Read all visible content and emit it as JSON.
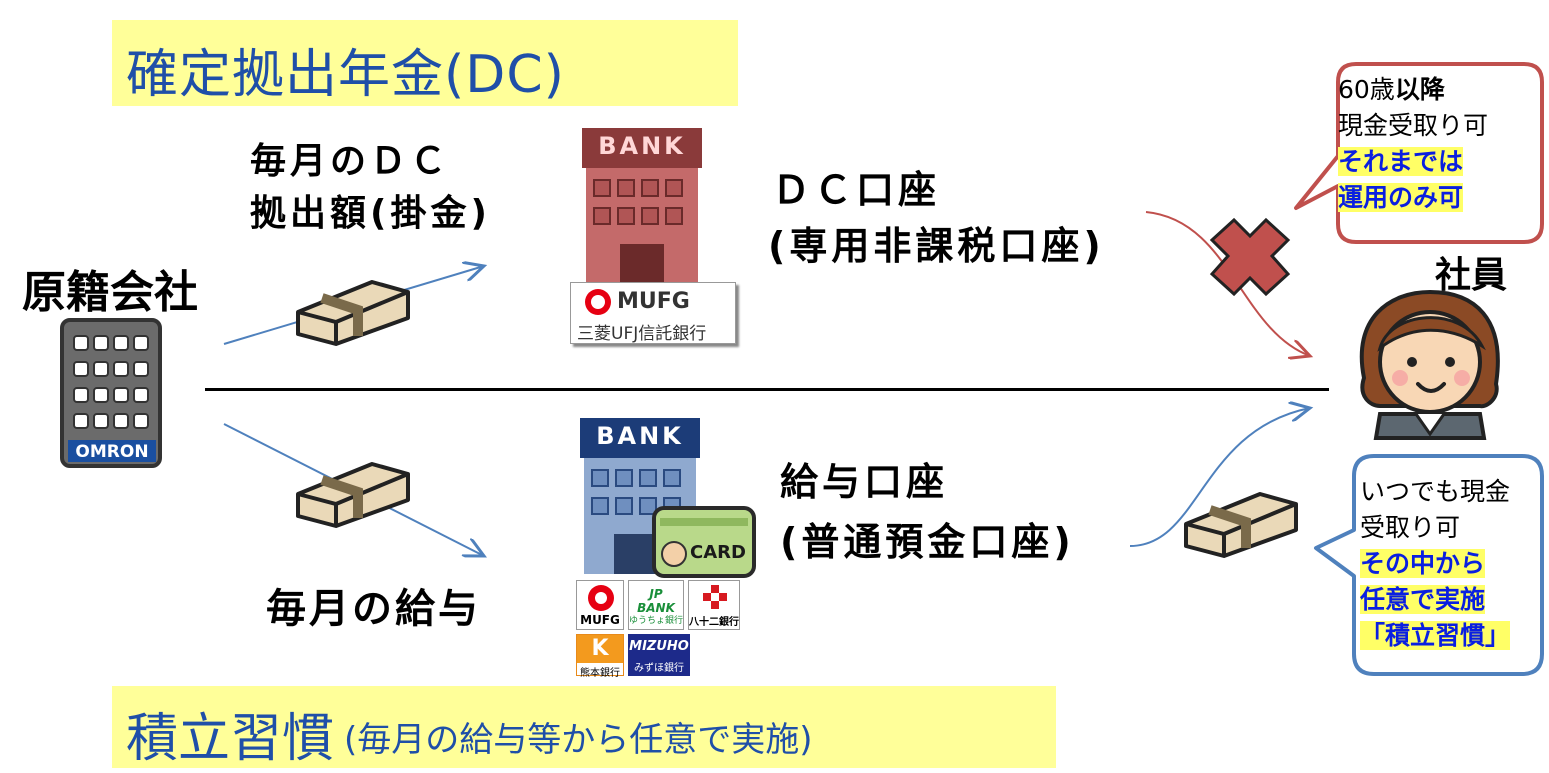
{
  "banners": {
    "top": "確定拠出年金(DC)",
    "bottom_main": "積立習慣",
    "bottom_sub": "(毎月の給与等から任意で実施)"
  },
  "company": {
    "label": "原籍会社",
    "logo_text": "OMRON"
  },
  "dc_flow": {
    "amount_label_line1": "毎月のＤＣ",
    "amount_label_line2": "拠出額(掛金)",
    "bank_sign": "BANK",
    "bank_logo_main": "MUFG",
    "bank_logo_sub": "三菱UFJ信託銀行",
    "account_label_line1": "ＤＣ口座",
    "account_label_line2": "(専用非課税口座)"
  },
  "salary_flow": {
    "label": "毎月の給与",
    "bank_sign": "BANK",
    "card_text": "CARD",
    "account_label_line1": "給与口座",
    "account_label_line2": "(普通預金口座)",
    "bank_logos": [
      {
        "main": "MUFG",
        "sub": ""
      },
      {
        "main": "JP BANK",
        "sub": "ゆうちょ銀行"
      },
      {
        "main": "八十二銀行",
        "sub": ""
      },
      {
        "main": "K",
        "sub": "熊本銀行"
      },
      {
        "main": "MIZUHO",
        "sub": "みずほ銀行"
      }
    ]
  },
  "employee": {
    "label": "社員"
  },
  "callout_top": {
    "line1_normal": "60歳",
    "line1_bold": "以降",
    "line2": "現金受取り可",
    "line3": "それまでは",
    "line4": "運用のみ可"
  },
  "callout_bottom": {
    "line1": "いつでも現金",
    "line2": "受取り可",
    "line3": "その中から",
    "line4": "任意で実施",
    "line5": "「積立習慣」"
  },
  "colors": {
    "banner_bg": "#ffff99",
    "banner_text": "#1f4fa8",
    "dc_callout_border": "#c0504d",
    "salary_callout_border": "#4f81bd",
    "cross": "#c0504d",
    "highlight_text": "#0a1fe0"
  }
}
